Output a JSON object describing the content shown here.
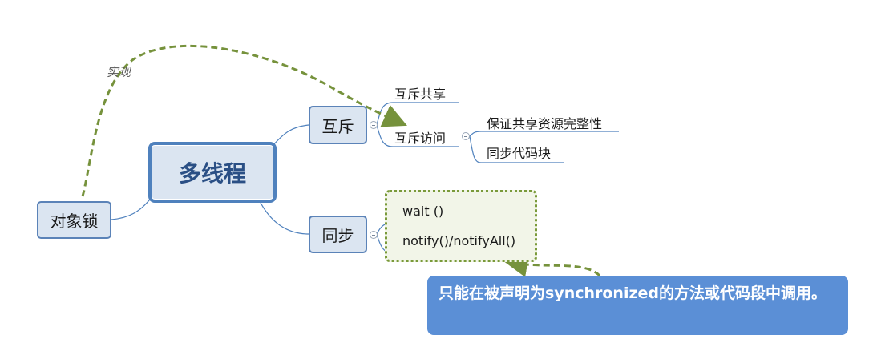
{
  "main_topic": {
    "label": "多线程"
  },
  "topics": {
    "mutex": {
      "label": "互斥"
    },
    "sync": {
      "label": "同步"
    },
    "object_lock": {
      "label": "对象锁"
    }
  },
  "mutex_children": {
    "share": "互斥共享",
    "access": "互斥访问"
  },
  "access_children": {
    "integrity": "保证共享资源完整性",
    "sync_block": "同步代码块"
  },
  "sync_children": {
    "wait": "wait ()",
    "notify": "notify()/notifyAll()"
  },
  "relationship": {
    "label": "实现"
  },
  "callout": {
    "text": "只能在被声明为synchronized的方法或代码段中调用。"
  },
  "colors": {
    "node_fill": "#dbe5f1",
    "node_border": "#4f81bd",
    "connector": "#4f81bd",
    "relationship_arrow": "#76923c",
    "callout_fill": "#5b8fd6",
    "group_fill": "#f2f5e8"
  }
}
